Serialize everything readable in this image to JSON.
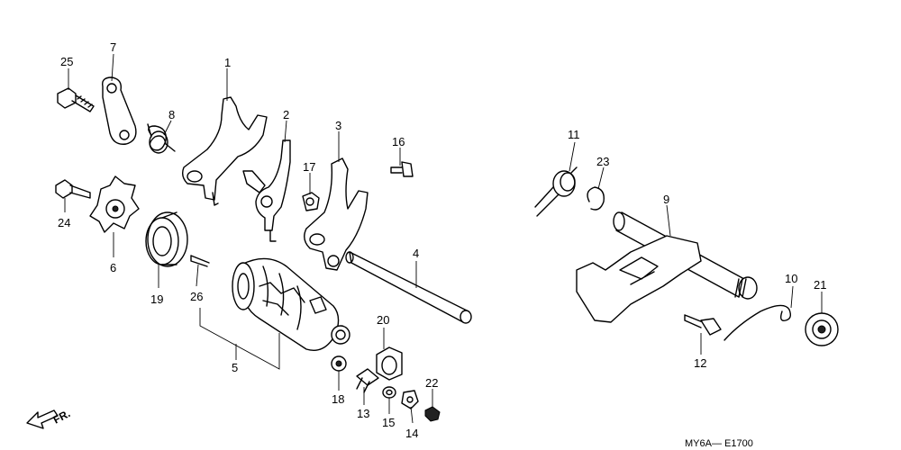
{
  "diagram": {
    "part_labels": [
      {
        "id": "1",
        "text": "1"
      },
      {
        "id": "2",
        "text": "2"
      },
      {
        "id": "3",
        "text": "3"
      },
      {
        "id": "4",
        "text": "4"
      },
      {
        "id": "5",
        "text": "5"
      },
      {
        "id": "6",
        "text": "6"
      },
      {
        "id": "7",
        "text": "7"
      },
      {
        "id": "8",
        "text": "8"
      },
      {
        "id": "9",
        "text": "9"
      },
      {
        "id": "10",
        "text": "10"
      },
      {
        "id": "11",
        "text": "11"
      },
      {
        "id": "12",
        "text": "12"
      },
      {
        "id": "13",
        "text": "13"
      },
      {
        "id": "14",
        "text": "14"
      },
      {
        "id": "15",
        "text": "15"
      },
      {
        "id": "16",
        "text": "16"
      },
      {
        "id": "17",
        "text": "17"
      },
      {
        "id": "18",
        "text": "18"
      },
      {
        "id": "19",
        "text": "19"
      },
      {
        "id": "20",
        "text": "20"
      },
      {
        "id": "21",
        "text": "21"
      },
      {
        "id": "22",
        "text": "22"
      },
      {
        "id": "23",
        "text": "23"
      },
      {
        "id": "24",
        "text": "24"
      },
      {
        "id": "25",
        "text": "25"
      },
      {
        "id": "26",
        "text": "26"
      }
    ],
    "front_marker": "FR.",
    "drawing_code": "MY6A— E1700"
  }
}
